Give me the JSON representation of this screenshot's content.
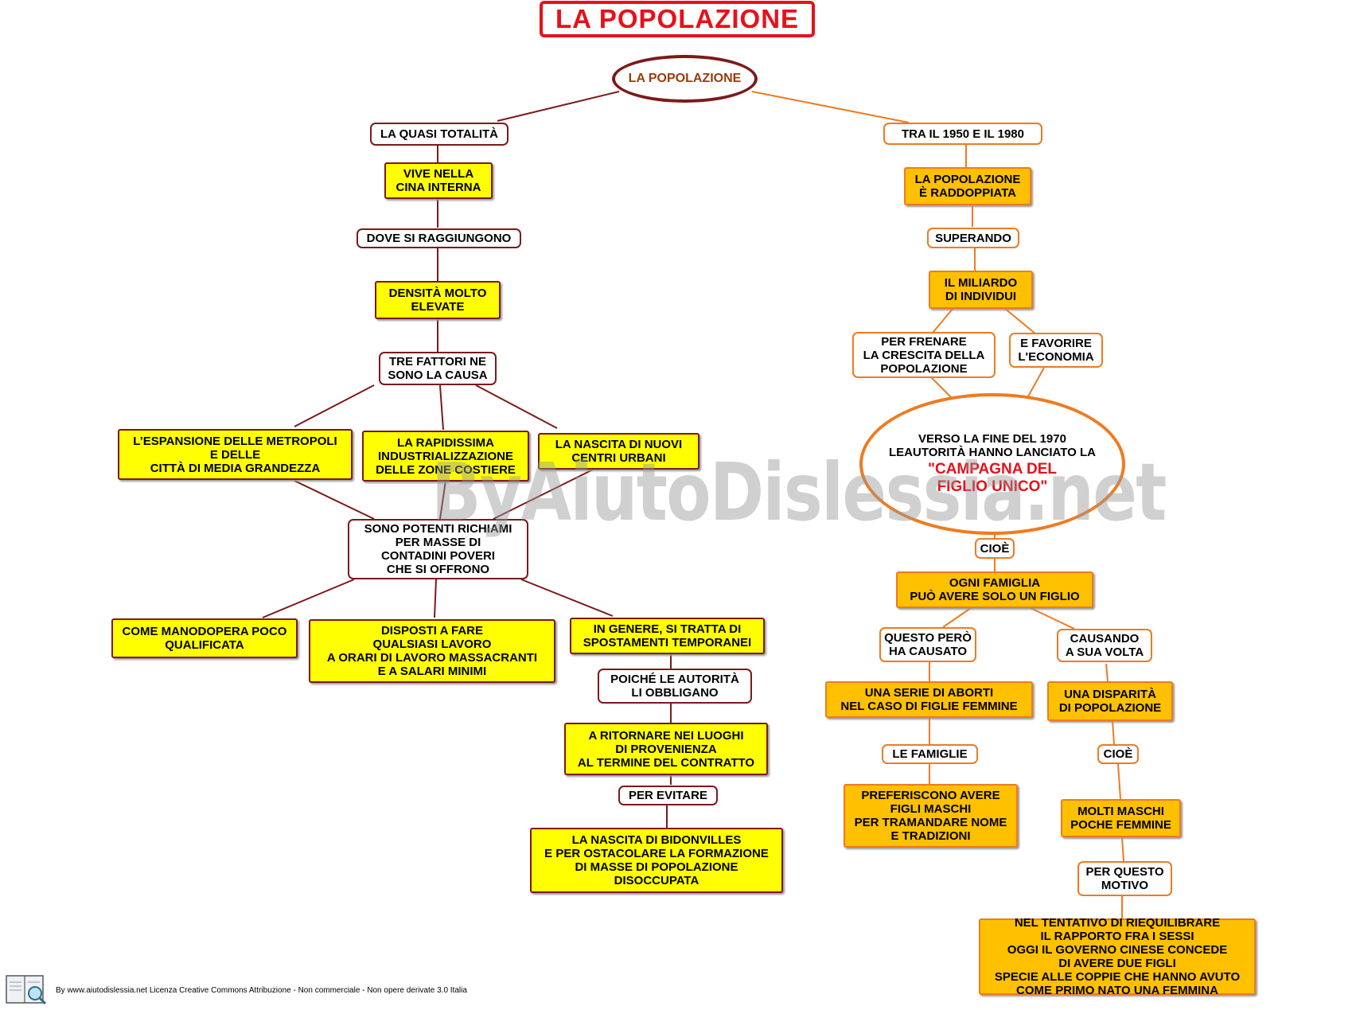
{
  "title": "LA POPOLAZIONE",
  "root": "LA POPOLAZIONE",
  "watermark": "ByAiutoDislessia.net",
  "footer": "By www.aiutodislessia.net Licenza Creative Commons Attribuzione - Non commerciale - Non opere derivate 3.0 Italia",
  "logo_icon": "book-magnifier-icon",
  "colors": {
    "left_branch": "#7b1a1a",
    "right_branch": "#f07a20",
    "left_fill": "#ffff00",
    "right_fill": "#ffc000",
    "title": "#e8101a"
  },
  "left": {
    "quasi_totalita": "LA QUASI TOTALITÀ",
    "vive": "VIVE NELLA\nCINA INTERNA",
    "dove": "DOVE SI RAGGIUNGONO",
    "densita": "DENSITÀ MOLTO\nELEVATE",
    "tre_fattori": "TRE FATTORI NE\nSONO LA CAUSA",
    "espansione": "L’ESPANSIONE DELLE METROPOLI\nE DELLE\nCITTÀ DI MEDIA GRANDEZZA",
    "rapidissima": "LA RAPIDISSIMA\nINDUSTRIALIZZAZIONE\nDELLE ZONE COSTIERE",
    "nascita_centri": "LA NASCITA DI NUOVI\nCENTRI URBANI",
    "richiami": "SONO POTENTI RICHIAMI\nPER MASSE DI\nCONTADINI POVERI\nCHE SI OFFRONO",
    "manodopera": "COME MANODOPERA POCO\nQUALIFICATA",
    "disposti": "DISPOSTI A  FARE\nQUALSIASI LAVORO\nA ORARI DI LAVORO MASSACRANTI\nE A SALARI MINIMI",
    "in_genere": "IN GENERE, SI TRATTA DI\nSPOSTAMENTI TEMPORANEI",
    "poiche": "POICHÉ LE AUTORITÀ\nLI OBBLIGANO",
    "ritornare": "A RITORNARE NEI LUOGHI\nDI PROVENIENZA\nAL TERMINE DEL CONTRATTO",
    "per_evitare": "PER EVITARE",
    "bidonvilles": "LA NASCITA DI BIDONVILLES\nE PER OSTACOLARE LA FORMAZIONE\nDI MASSE DI POPOLAZIONE\nDISOCCUPATA"
  },
  "right": {
    "tra": "TRA IL 1950 E IL 1980",
    "raddoppiata": "LA POPOLAZIONE\nÈ RADDOPPIATA",
    "superando": "SUPERANDO",
    "miliardo": "IL MILIARDO\nDI INDIVIDUI",
    "frenare": "PER FRENARE\nLA CRESCITA DELLA\nPOPOLAZIONE",
    "favorire": "E FAVORIRE\nL'ECONOMIA",
    "verso": "VERSO LA FINE DEL 1970\nLEAUTORITÀ HANNO LANCIATO LA",
    "campagna": "\"CAMPAGNA DEL\nFIGLIO UNICO\"",
    "cioe1": "CIOÈ",
    "ogni": "OGNI FAMIGLIA\nPUÒ AVERE SOLO UN FIGLIO",
    "questo": "QUESTO PERÒ\nHA CAUSATO",
    "causando": "CAUSANDO\nA SUA VOLTA",
    "aborti": "UNA SERIE DI ABORTI\nNEL CASO DI FIGLIE FEMMINE",
    "disparita": "UNA DISPARITÀ\nDI POPOLAZIONE",
    "famiglie": "LE FAMIGLIE",
    "cioe2": "CIOÈ",
    "preferiscono": "PREFERISCONO AVERE\nFIGLI MASCHI\nPER TRAMANDARE NOME\nE TRADIZIONI",
    "molti": "MOLTI MASCHI\nPOCHE FEMMINE",
    "per_questo": "PER QUESTO\nMOTIVO",
    "tentativo": "NEL TENTATIVO DI RIEQUILIBRARE\nIL RAPPORTO FRA I SESSI\nOGGI IL GOVERNO CINESE CONCEDE\nDI AVERE DUE FIGLI\nSPECIE ALLE COPPIE CHE HANNO AVUTO\nCOME PRIMO NATO UNA FEMMINA"
  }
}
